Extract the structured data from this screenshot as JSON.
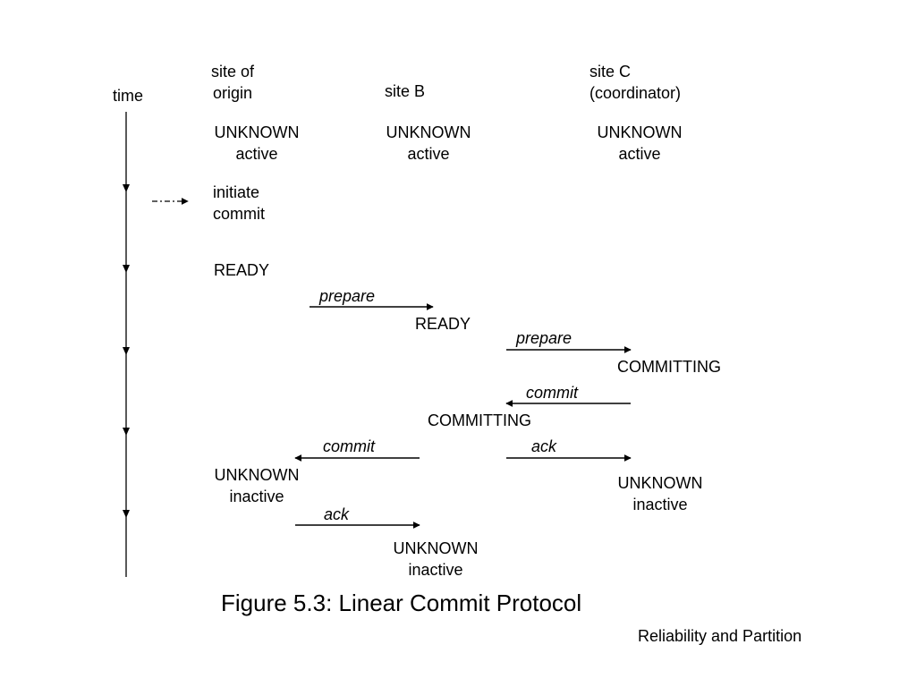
{
  "diagram": {
    "time_label": "time",
    "sites": {
      "origin": {
        "line1": "site of",
        "line2": "origin"
      },
      "b": {
        "line1": "site B"
      },
      "c": {
        "line1": "site C",
        "line2": "(coordinator)"
      }
    },
    "states": {
      "origin_initial": {
        "line1": "UNKNOWN",
        "line2": "active"
      },
      "b_initial": {
        "line1": "UNKNOWN",
        "line2": "active"
      },
      "c_initial": {
        "line1": "UNKNOWN",
        "line2": "active"
      },
      "initiate_commit": {
        "line1": "initiate",
        "line2": "commit"
      },
      "origin_ready": "READY",
      "b_ready": "READY",
      "c_committing": "COMMITTING",
      "b_committing": "COMMITTING",
      "origin_final": {
        "line1": "UNKNOWN",
        "line2": "inactive"
      },
      "c_final": {
        "line1": "UNKNOWN",
        "line2": "inactive"
      },
      "b_final": {
        "line1": "UNKNOWN",
        "line2": "inactive"
      }
    },
    "messages": {
      "prepare_1": "prepare",
      "prepare_2": "prepare",
      "commit_1": "commit",
      "commit_2": "commit",
      "ack_1": "ack",
      "ack_2": "ack"
    }
  },
  "caption": "Figure 5.3: Linear Commit Protocol",
  "footer": "Reliability and Partition"
}
